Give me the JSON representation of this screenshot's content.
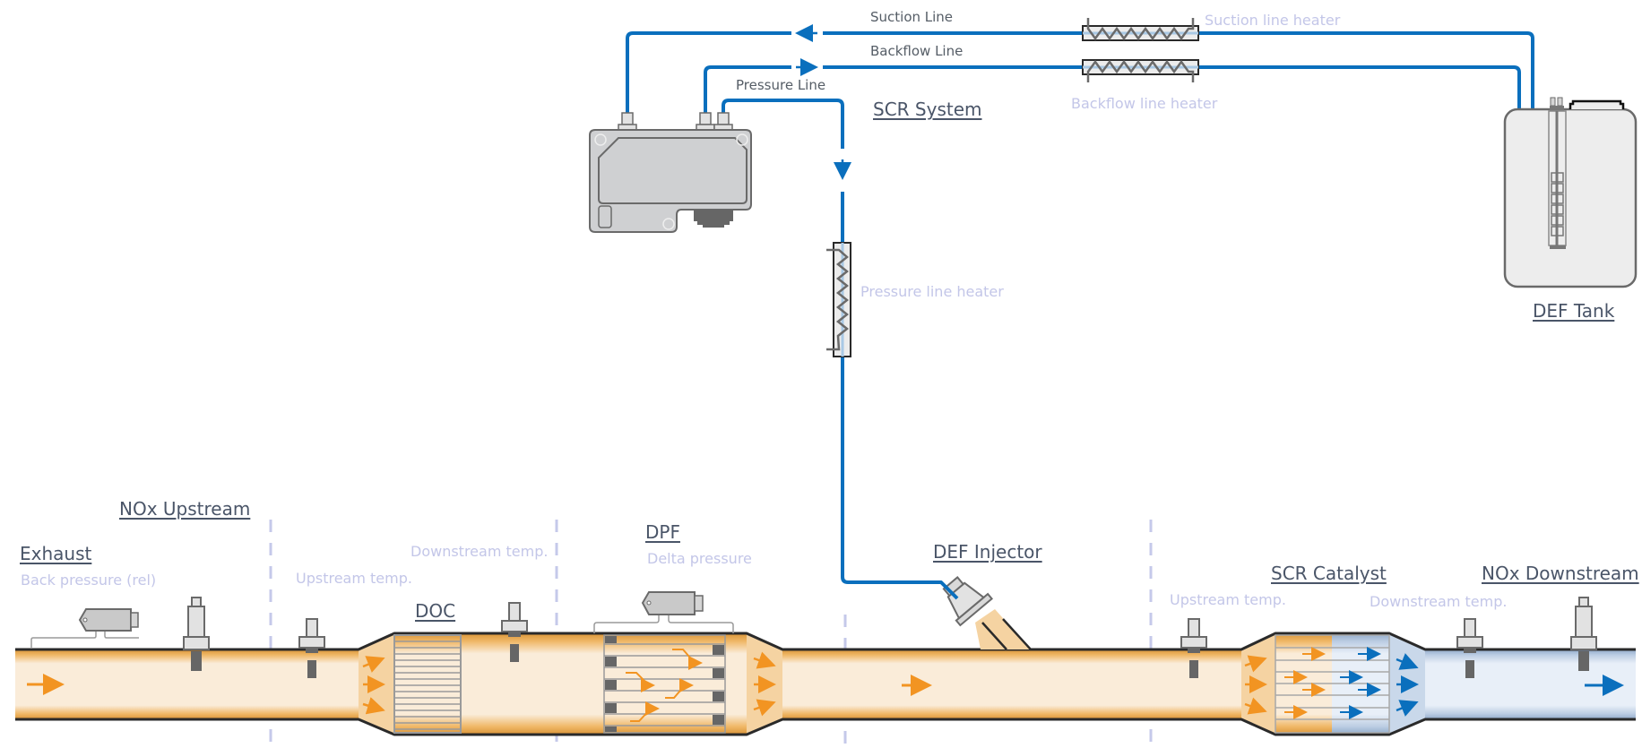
{
  "diagram": {
    "title": "SCR System",
    "components": {
      "scr_system": "SCR System",
      "def_tank": "DEF Tank",
      "exhaust": "Exhaust",
      "nox_upstream": "NOx Upstream",
      "doc": "DOC",
      "dpf": "DPF",
      "def_injector": "DEF Injector",
      "scr_catalyst": "SCR Catalyst",
      "nox_downstream": "NOx Downstream"
    },
    "lines": {
      "suction": "Suction Line",
      "backflow": "Backflow Line",
      "pressure": "Pressure Line"
    },
    "heaters": {
      "suction": "Suction line heater",
      "backflow": "Backflow line heater",
      "pressure": "Pressure line heater"
    },
    "sensors": {
      "back_pressure": "Back pressure (rel)",
      "doc_upstream_temp": "Upstream temp.",
      "doc_downstream_temp": "Downstream temp.",
      "dpf_delta_pressure": "Delta pressure",
      "scr_upstream_temp": "Upstream temp.",
      "scr_downstream_temp": "Downstream temp."
    },
    "colors": {
      "def_line": "#0a6fbd",
      "exhaust_hot": "#f0a63c",
      "exhaust_fill": "#faecd9",
      "clean_fill": "#e8eff8",
      "label_muted": "#c3c6e8"
    }
  }
}
